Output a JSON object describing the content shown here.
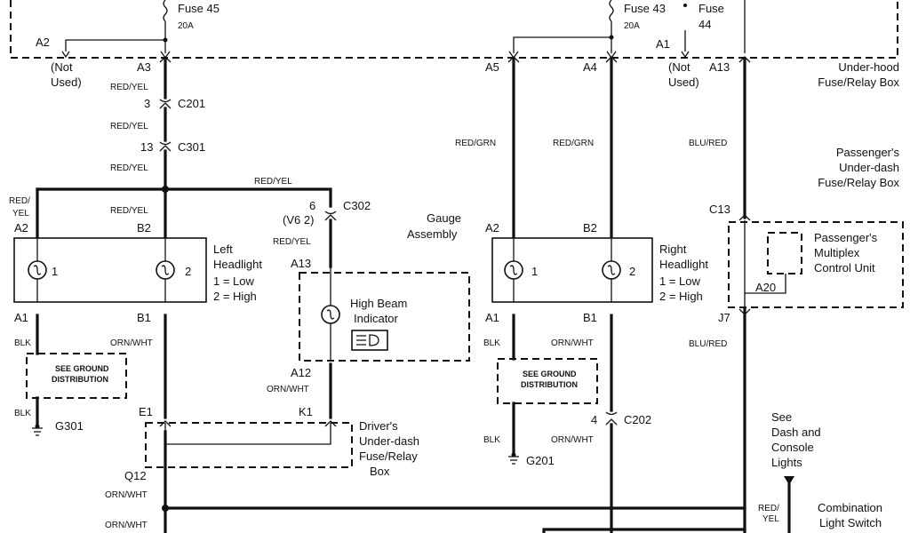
{
  "fuses": {
    "fuse45_name": "Fuse 45",
    "fuse45_amp": "20A",
    "fuse43_name": "Fuse 43",
    "fuse43_amp": "20A",
    "fuse44_line1": "Fuse",
    "fuse44_line2": "44"
  },
  "underhood": {
    "label_line1": "Under-hood",
    "label_line2": "Fuse/Relay Box",
    "pins": {
      "a2": "A2",
      "a3": "A3",
      "a5": "A5",
      "a4": "A4",
      "a1": "A1",
      "a13": "A13"
    },
    "not_used_l1": "(Not",
    "not_used_l2": "Used)",
    "not_used_r1": "(Not",
    "not_used_r2": "Used)"
  },
  "connectors": {
    "c201_pin": "3",
    "c201": "C201",
    "c301_pin": "13",
    "c301": "C301",
    "c302_pin": "6",
    "c302_variant": "(V6 2)",
    "c302": "C302",
    "c202_pin": "4",
    "c202": "C202"
  },
  "wires": {
    "red_yel": "RED/YEL",
    "red_slash": "RED/",
    "yel": "YEL",
    "red_grn": "RED/GRN",
    "blu_red": "BLU/RED",
    "blk": "BLK",
    "orn_wht": "ORN/WHT"
  },
  "left_headlight": {
    "pin_a2": "A2",
    "pin_b2": "B2",
    "pin_a1": "A1",
    "pin_b1": "B1",
    "bulb1": "1",
    "bulb2": "2",
    "title_l1": "Left",
    "title_l2": "Headlight",
    "legend_l1": "1 =  Low",
    "legend_l2": "2 =  High"
  },
  "right_headlight": {
    "pin_a2": "A2",
    "pin_b2": "B2",
    "pin_a1": "A1",
    "pin_b1": "B1",
    "bulb1": "1",
    "bulb2": "2",
    "title_l1": "Right",
    "title_l2": "Headlight",
    "legend_l1": "1 =  Low",
    "legend_l2": "2 =  High"
  },
  "gauge": {
    "label_l1": "Gauge",
    "label_l2": "Assembly",
    "pin_a13": "A13",
    "pin_a12": "A12",
    "indicator_l1": "High Beam",
    "indicator_l2": "Indicator"
  },
  "ground": {
    "left_l1": "SEE GROUND",
    "left_l2": "DISTRIBUTION",
    "left_g": "G301",
    "right_l1": "SEE GROUND",
    "right_l2": "DISTRIBUTION",
    "right_g": "G201"
  },
  "driver_box": {
    "pin_e1": "E1",
    "pin_k1": "K1",
    "pin_q12": "Q12",
    "label_l1": "Driver's",
    "label_l2": "Under-dash",
    "label_l3": "Fuse/Relay",
    "label_l4": "Box"
  },
  "passenger_box": {
    "label_l1": "Passenger's",
    "label_l2": "Under-dash",
    "label_l3": "Fuse/Relay Box",
    "pin_c13": "C13",
    "pin_j7": "J7",
    "pin_a20": "A20",
    "mcu_l1": "Passenger's",
    "mcu_l2": "Multiplex",
    "mcu_l3": "Control Unit"
  },
  "see_dash": {
    "l1": "See",
    "l2": "Dash and",
    "l3": "Console",
    "l4": "Lights"
  },
  "combination": {
    "l1": "Combination",
    "l2": "Light Switch"
  }
}
